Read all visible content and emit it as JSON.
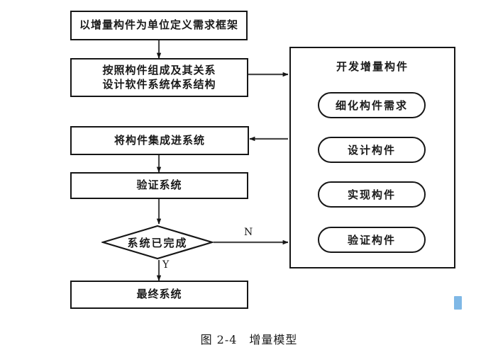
{
  "figure": {
    "caption": "图 2-4　增量模型",
    "title": "增量模型"
  },
  "flow": {
    "steps": [
      {
        "id": "define-requirements-frame",
        "text": "以增量构件为单位定义需求框架",
        "lines": [
          "以增量构件为单位定义需求框架"
        ]
      },
      {
        "id": "design-architecture",
        "text": "按照构件组成及其关系\n设计软件系统体系结构",
        "lines": [
          "按照构件组成及其关系",
          "设计软件系统体系结构"
        ]
      },
      {
        "id": "integrate-components",
        "text": "将构件集成进系统",
        "lines": [
          "将构件集成进系统"
        ]
      },
      {
        "id": "verify-system",
        "text": "验证系统",
        "lines": [
          "验证系统"
        ]
      },
      {
        "id": "final-system",
        "text": "最终系统",
        "lines": [
          "最终系统"
        ]
      }
    ],
    "decision": {
      "id": "system-complete",
      "text": "系统已完成",
      "branch_no": "N",
      "branch_yes": "Y"
    }
  },
  "panel": {
    "title": "开发增量构件",
    "items": [
      {
        "id": "refine-component-requirements",
        "text": "细化构件需求"
      },
      {
        "id": "design-component",
        "text": "设计构件"
      },
      {
        "id": "implement-component",
        "text": "实现构件"
      },
      {
        "id": "verify-component",
        "text": "验证构件"
      }
    ]
  },
  "colors": {
    "stroke": "#161616",
    "background": "#ffffff",
    "text": "#1a1a1a",
    "artifact_highlight": "#7fb8e6"
  }
}
